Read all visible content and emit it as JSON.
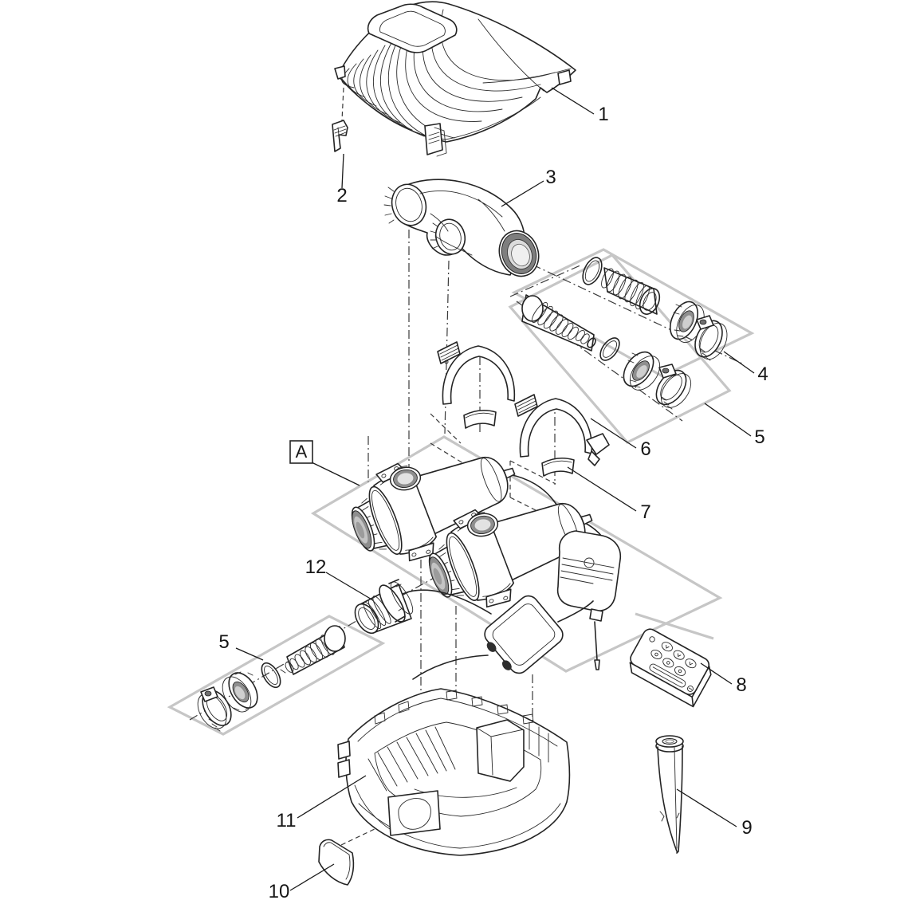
{
  "diagram": {
    "kind": "exploded-parts-diagram",
    "colors": {
      "background": "#ffffff",
      "line": "#242424",
      "group_outline": "#c6c6c6",
      "shade_dark": "#8e8e8e",
      "shade_mid": "#b5b5b5",
      "shade_light": "#e2e2e2"
    },
    "labels": [
      {
        "text": "1"
      },
      {
        "text": "2"
      },
      {
        "text": "3"
      },
      {
        "text": "4"
      },
      {
        "text": "5"
      },
      {
        "text": "6"
      },
      {
        "text": "7"
      },
      {
        "text": "8"
      },
      {
        "text": "9"
      },
      {
        "text": "10"
      },
      {
        "text": "11"
      },
      {
        "text": "12"
      },
      {
        "text": "5"
      },
      {
        "text": "A"
      }
    ]
  }
}
